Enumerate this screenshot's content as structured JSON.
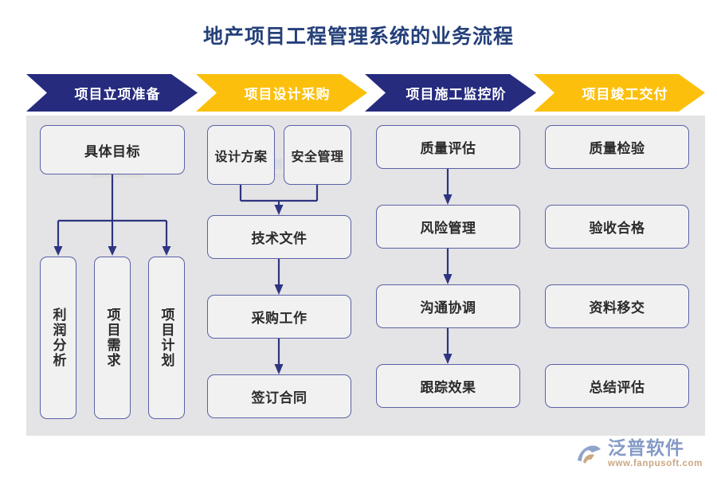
{
  "page": {
    "title": "地产项目工程管理系统的业务流程",
    "background_color": "#ffffff",
    "title_color": "#25407a"
  },
  "theme": {
    "navy": "#262b7e",
    "amber": "#fcc00c",
    "panel_bg": "#e4e4e6",
    "node_bg": "#f1f1f2",
    "node_border": "#5a61a6",
    "connector": "#2e3580",
    "node_text": "#2b2b2b"
  },
  "stages": [
    {
      "id": "stage-1",
      "header": "项目立项准备",
      "header_style": "navy",
      "nodes": [
        {
          "id": "n1-1",
          "label": "具体目标",
          "orientation": "horizontal"
        },
        {
          "id": "n1-2",
          "label": "利润分析",
          "orientation": "vertical"
        },
        {
          "id": "n1-3",
          "label": "项目需求",
          "orientation": "vertical"
        },
        {
          "id": "n1-4",
          "label": "项目计划",
          "orientation": "vertical"
        }
      ],
      "flow": "one-to-three-branch"
    },
    {
      "id": "stage-2",
      "header": "项目设计采购",
      "header_style": "amber",
      "nodes": [
        {
          "id": "n2-1",
          "label": "设计方案",
          "orientation": "horizontal"
        },
        {
          "id": "n2-2",
          "label": "安全管理",
          "orientation": "horizontal"
        },
        {
          "id": "n2-3",
          "label": "技术文件",
          "orientation": "horizontal"
        },
        {
          "id": "n2-4",
          "label": "采购工作",
          "orientation": "horizontal"
        },
        {
          "id": "n2-5",
          "label": "签订合同",
          "orientation": "horizontal"
        }
      ],
      "flow": "two-merge-then-chain"
    },
    {
      "id": "stage-3",
      "header": "项目施工监控阶",
      "header_style": "navy",
      "nodes": [
        {
          "id": "n3-1",
          "label": "质量评估",
          "orientation": "horizontal"
        },
        {
          "id": "n3-2",
          "label": "风险管理",
          "orientation": "horizontal"
        },
        {
          "id": "n3-3",
          "label": "沟通协调",
          "orientation": "horizontal"
        },
        {
          "id": "n3-4",
          "label": "跟踪效果",
          "orientation": "horizontal"
        }
      ],
      "flow": "linear-chain"
    },
    {
      "id": "stage-4",
      "header": "项目竣工交付",
      "header_style": "amber",
      "nodes": [
        {
          "id": "n4-1",
          "label": "质量检验",
          "orientation": "horizontal"
        },
        {
          "id": "n4-2",
          "label": "验收合格",
          "orientation": "horizontal"
        },
        {
          "id": "n4-3",
          "label": "资料移交",
          "orientation": "horizontal"
        },
        {
          "id": "n4-4",
          "label": "总结评估",
          "orientation": "horizontal"
        }
      ],
      "flow": "none"
    }
  ],
  "logo": {
    "name_cn": "泛普软件",
    "url": "www.fanpusoft.com",
    "mark_color": "#8aa0c8",
    "name_color": "#7e95c4",
    "url_color": "#c9a37e"
  }
}
